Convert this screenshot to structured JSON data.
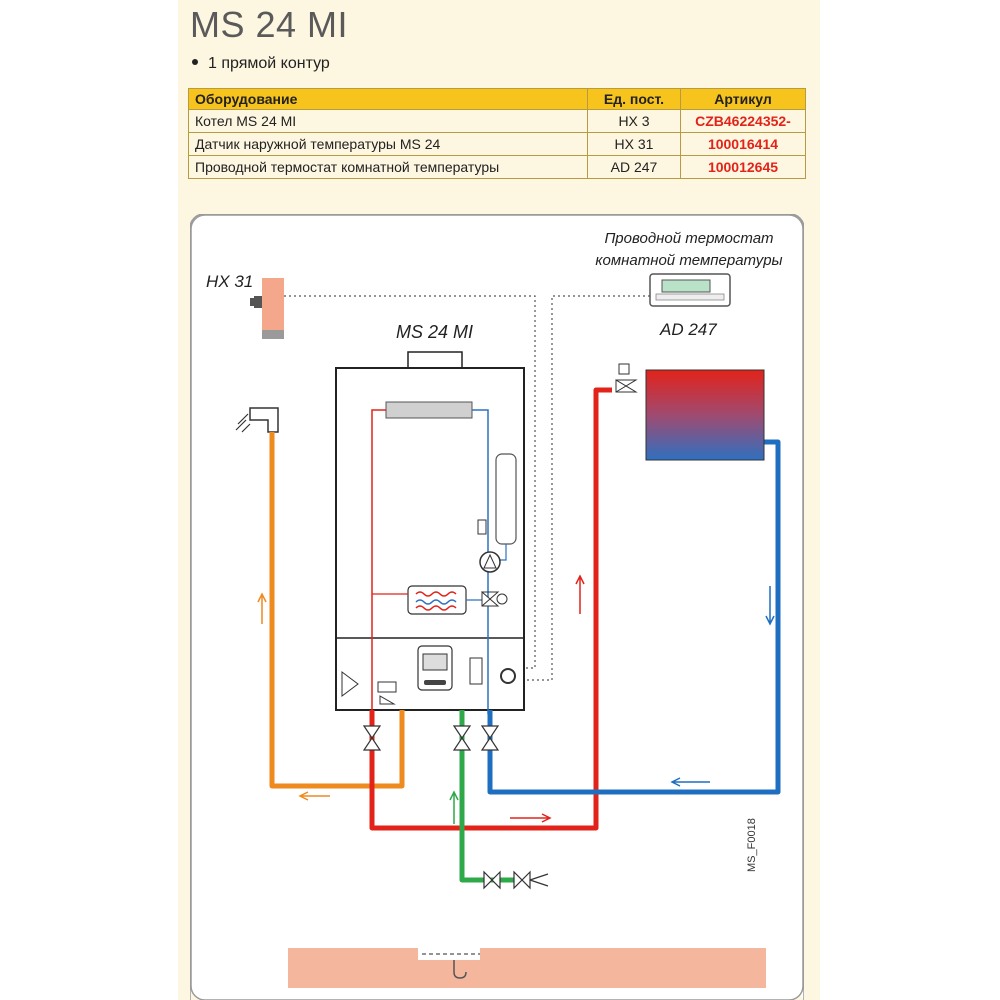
{
  "title": "MS 24 MI",
  "bullet": "1 прямой контур",
  "table": {
    "headers": [
      "Оборудование",
      "Ед. пост.",
      "Артикул"
    ],
    "rows": [
      [
        "Котел MS 24 MI",
        "HX 3",
        "CZB46224352-"
      ],
      [
        "Датчик наружной температуры MS 24",
        "HX 31",
        "100016414"
      ],
      [
        "Проводной термостат комнатной температуры",
        "AD 247",
        "100012645"
      ]
    ]
  },
  "diagram": {
    "sensor_label": "HX 31",
    "boiler_label": "MS 24 MI",
    "thermostat_caption": "Проводной термостат комнатной температуры",
    "thermostat_code": "AD 247",
    "figure_code": "MS_F0018"
  },
  "colors": {
    "header_yellow": "#f7c31d",
    "article_red": "#e2231a",
    "hot_red": "#e2231a",
    "return_blue": "#1f6fc1",
    "dhw_orange": "#ef8a1e",
    "cold_green": "#2fa84a"
  },
  "icons": [
    "tap-icon",
    "valve-icon",
    "pump-icon",
    "thermostat-icon",
    "outdoor-sensor-icon",
    "radiator-icon",
    "floor-drain-icon"
  ]
}
